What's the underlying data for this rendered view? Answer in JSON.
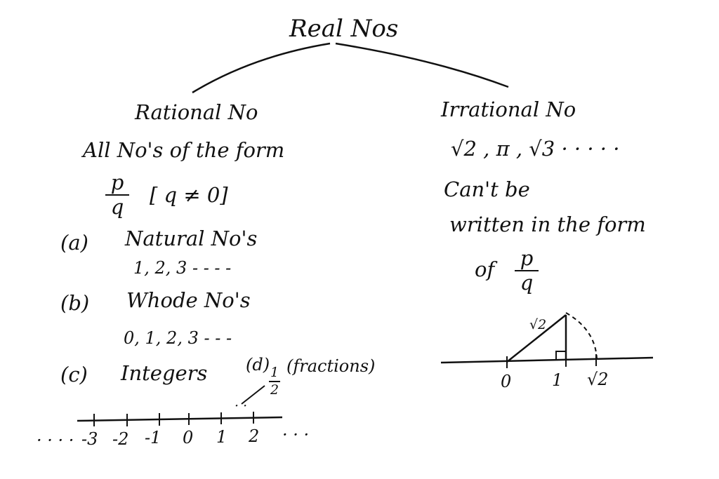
{
  "root": {
    "label": "Real Nos"
  },
  "rational": {
    "heading": "Rational No",
    "definition_line": "All No's of the form",
    "fraction": {
      "numerator": "p",
      "denominator": "q"
    },
    "condition": "[ q ≠ 0]",
    "items": [
      {
        "marker": "(a)",
        "label": "Natural No's",
        "examples": "1, 2, 3 - - - -"
      },
      {
        "marker": "(b)",
        "label": "Whode No's",
        "examples": "0, 1, 2, 3 - - -"
      },
      {
        "marker": "(c)",
        "label": "Integers",
        "extra_marker": "(d)",
        "extra_fraction": {
          "numerator": "1",
          "denominator": "2"
        },
        "extra_label": "(fractions)"
      }
    ],
    "number_line": {
      "leading_dots": "· · · ·",
      "trailing_dots": "· · ·",
      "ticks": [
        "-3",
        "-2",
        "-1",
        "0",
        "1",
        "2"
      ],
      "between_marker": "· ·"
    }
  },
  "irrational": {
    "heading": "Irrational No",
    "examples": "√2 , π , √3  · · · · ·",
    "statement_line1": "Can't be",
    "statement_line2": "written in the form",
    "statement_line3_prefix": "of",
    "fraction": {
      "numerator": "p",
      "denominator": "q"
    },
    "construction": {
      "hypotenuse_label": "√2",
      "tick_labels": [
        "0",
        "1",
        "√2"
      ]
    }
  }
}
